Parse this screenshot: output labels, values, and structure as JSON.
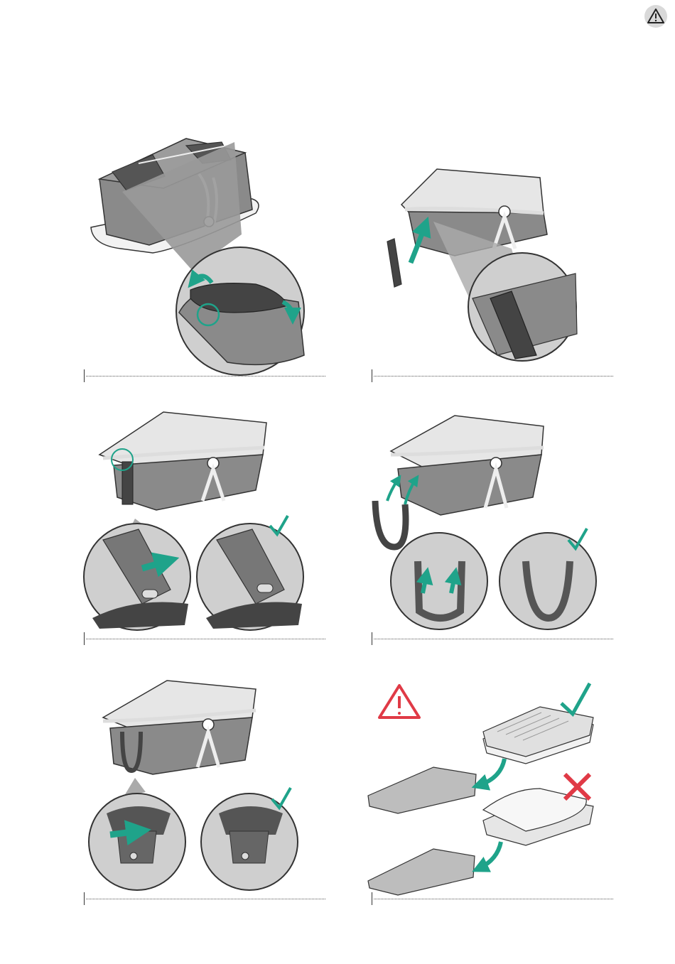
{
  "page": {
    "header_icon": "warning-triangle-icon",
    "steps": [
      {
        "id": 1,
        "description_icons": [
          "bassinet-icon",
          "rotate-arrow-icon",
          "zoom-circle-icon"
        ]
      },
      {
        "id": 2,
        "description_icons": [
          "bassinet-icon",
          "insert-arrow-icon",
          "handle-bar-icon"
        ]
      },
      {
        "id": 3,
        "description_icons": [
          "bassinet-icon",
          "push-arrow-icon",
          "checkmark-icon"
        ]
      },
      {
        "id": 4,
        "description_icons": [
          "bassinet-icon",
          "up-arrow-icon",
          "checkmark-icon"
        ]
      },
      {
        "id": 5,
        "description_icons": [
          "bassinet-icon",
          "push-arrow-icon",
          "checkmark-icon"
        ]
      },
      {
        "id": 6,
        "description_icons": [
          "warning-triangle-icon",
          "mattress-icon",
          "checkmark-icon",
          "cross-icon"
        ]
      }
    ]
  },
  "colors": {
    "teal_arrow": "#1fa38a",
    "red_warning": "#e03a46",
    "bassinet_gray": "#8a8a8a",
    "frame_light": "#e6e6e6",
    "outline": "#333333"
  }
}
